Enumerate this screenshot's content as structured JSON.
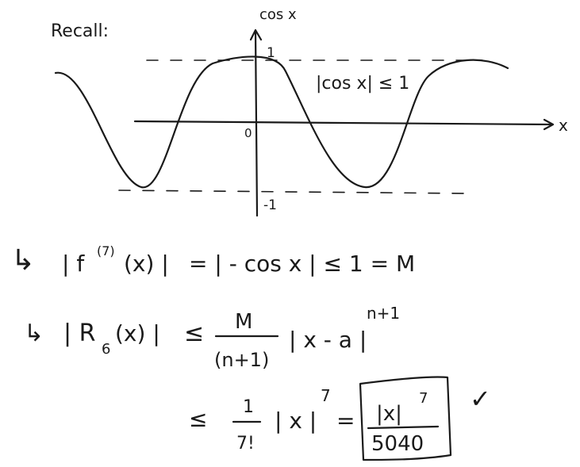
{
  "note": {
    "recall_label": "Recall:"
  },
  "graph": {
    "y_axis_label": "cos x",
    "x_axis_label": "x",
    "origin_label": "0",
    "upper_bound_label": "1",
    "lower_bound_label": "-1",
    "bound_annotation": "|cos x| ≤ 1"
  },
  "derivation": {
    "line1": {
      "arrow": "↳",
      "lhs": "| f",
      "superscript": "(7)",
      "lhs_rest": "(x) |",
      "rest": "= | - cos x |  ≤  1  =  M"
    },
    "line2": {
      "arrow": "↳",
      "lhs": "| R",
      "subscript": "6",
      "lhs_rest": "(x) |",
      "leq": "≤",
      "frac_num": "M",
      "frac_den": "(n+1)",
      "factor": "| x - a |",
      "exponent": "n+1"
    },
    "line3": {
      "leq": "≤",
      "frac_num": "1",
      "frac_den": "7!",
      "factor": "| x |",
      "exponent": "7",
      "equals": "=",
      "boxed_num": "|x|",
      "boxed_exp": "7",
      "boxed_den": "5040",
      "check": "✓"
    }
  }
}
